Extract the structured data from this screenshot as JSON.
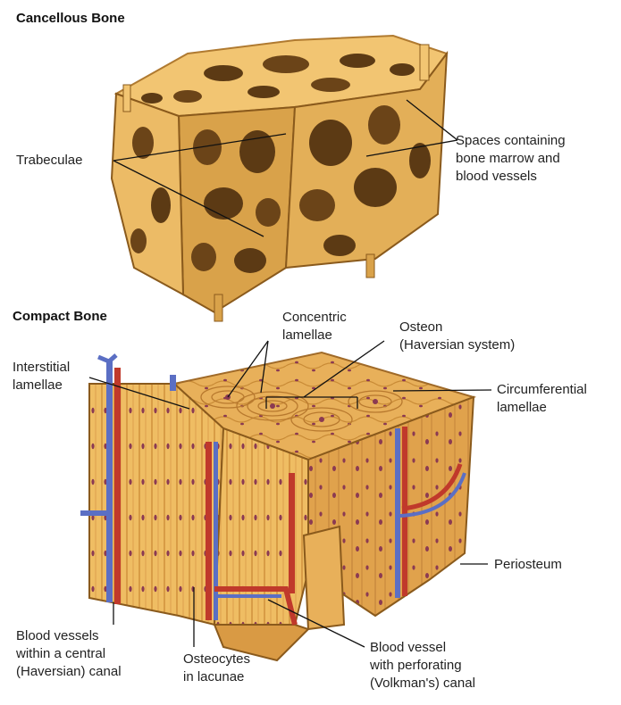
{
  "cancellous": {
    "title": "Cancellous Bone",
    "labels": {
      "trabeculae": "Trabeculae",
      "spaces": "Spaces containing\nbone marrow and\nblood vessels"
    }
  },
  "compact": {
    "title": "Compact Bone",
    "labels": {
      "concentric": "Concentric\nlamellae",
      "osteon": "Osteon\n(Haversian system)",
      "interstitial": "Interstitial\nlamellae",
      "circumferential": "Circumferential\nlamellae",
      "periosteum": "Periosteum",
      "blood_central": "Blood vessels\nwithin a central\n(Haversian) canal",
      "osteocytes": "Osteocytes\nin lacunae",
      "blood_perforating": "Blood vessel\nwith perforating\n(Volkman's) canal"
    }
  },
  "colors": {
    "bone_light": "#f2c572",
    "bone_mid": "#d9a24a",
    "bone_dark": "#8a5a1c",
    "cavity": "#5c3a14",
    "artery": "#c0392b",
    "vein": "#5b6fc4",
    "lacuna": "#8b3a52",
    "leader": "#111111"
  }
}
